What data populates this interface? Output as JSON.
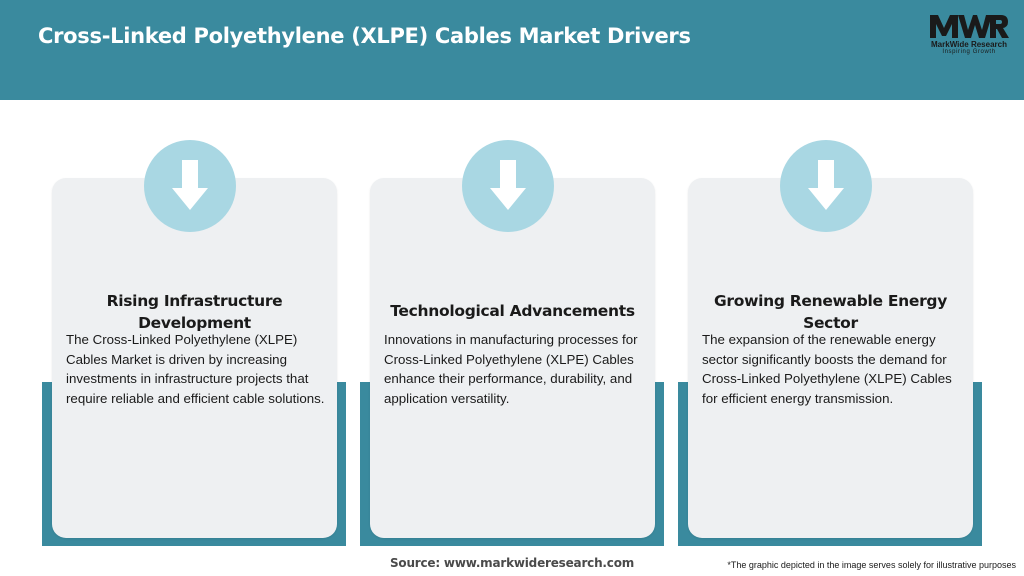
{
  "header": {
    "title": "Cross-Linked Polyethylene (XLPE) Cables Market Drivers"
  },
  "logo": {
    "mark": "MWR",
    "name": "MarkWide Research",
    "tagline": "Inspiring Growth"
  },
  "cards": [
    {
      "heading": "Rising Infrastructure Development",
      "body": "The Cross-Linked Polyethylene (XLPE) Cables Market is driven by increasing investments in infrastructure projects that require reliable and efficient cable solutions.",
      "icon": "arrow-down-icon"
    },
    {
      "heading": "Technological Advancements",
      "body": "Innovations in manufacturing processes for Cross-Linked Polyethylene (XLPE) Cables enhance their performance, durability, and application versatility.",
      "icon": "arrow-down-icon"
    },
    {
      "heading": "Growing Renewable Energy Sector",
      "body": "The expansion of the renewable energy sector significantly boosts the demand for Cross-Linked Polyethylene (XLPE) Cables for efficient energy transmission.",
      "icon": "arrow-down-icon"
    }
  ],
  "footer": {
    "source": "Source: www.markwideresearch.com",
    "note": "*The graphic depicted in the image serves solely for illustrative purposes"
  },
  "colors": {
    "header_bg": "#3a8a9e",
    "accent": "#3a8a9e",
    "card_bg": "#eef0f2",
    "icon_circle": "#a9d7e3",
    "text": "#1a1a1a"
  }
}
